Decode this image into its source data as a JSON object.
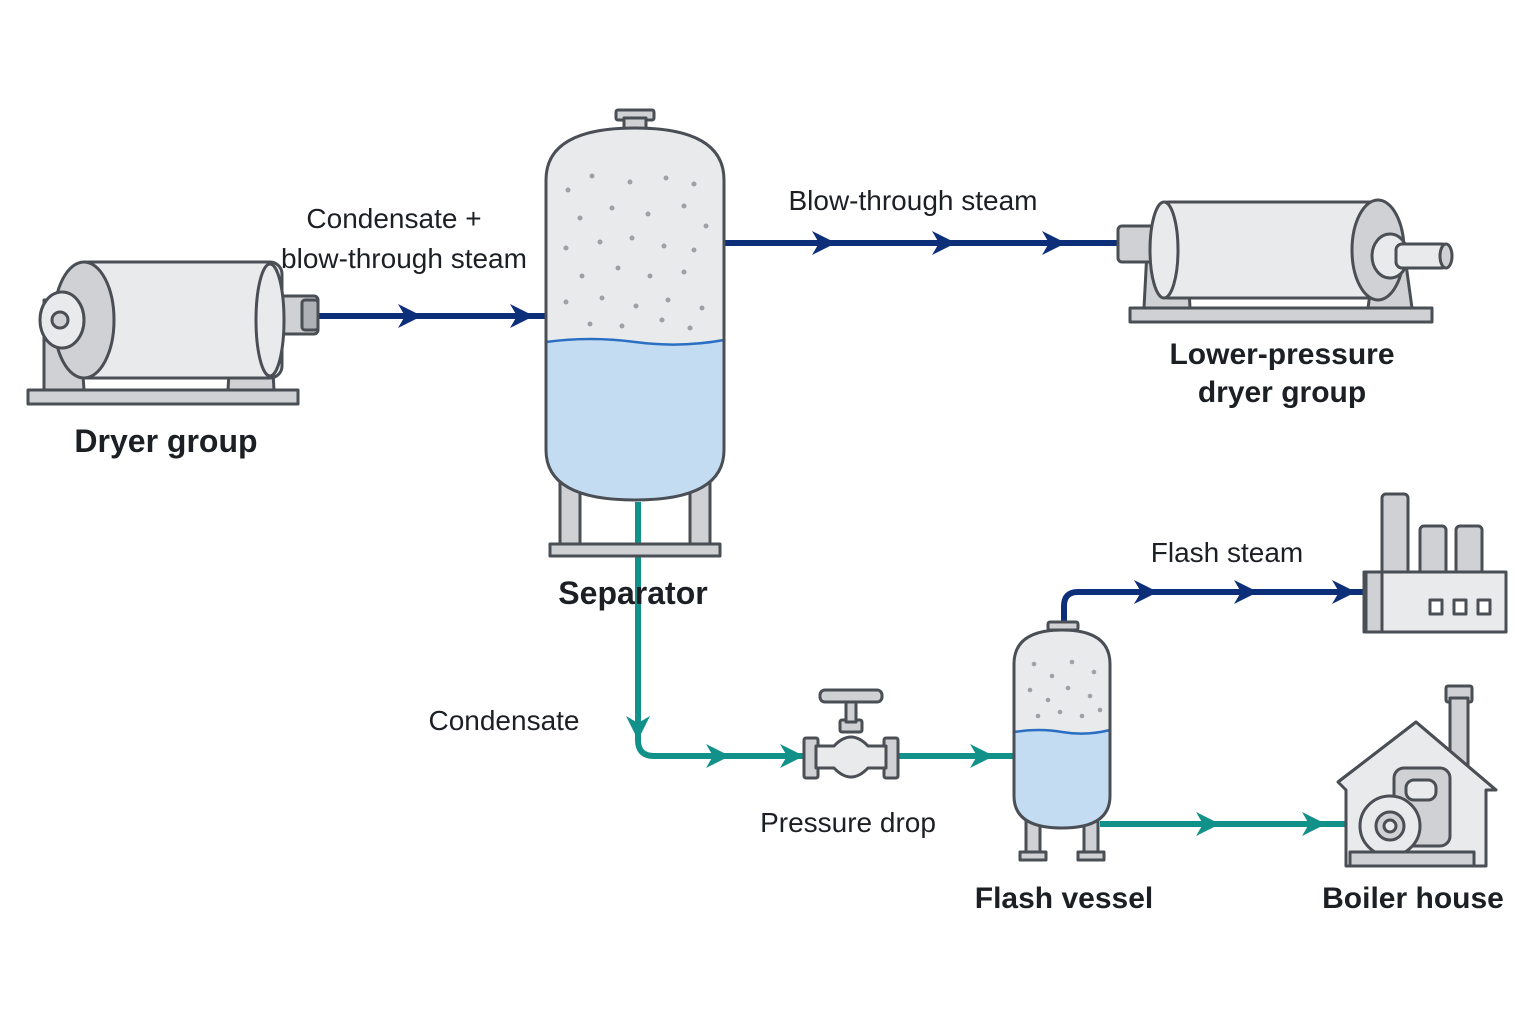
{
  "labels": {
    "dryer_group": "Dryer group",
    "inlet_line1": "Condensate +",
    "inlet_line2": "blow-through steam",
    "separator": "Separator",
    "blow_through": "Blow-through steam",
    "lower_line1": "Lower-pressure",
    "lower_line2": "dryer group",
    "condensate": "Condensate",
    "pressure_drop": "Pressure drop",
    "flash_steam": "Flash steam",
    "flash_vessel": "Flash vessel",
    "boiler_house": "Boiler house"
  },
  "colors": {
    "steam_line": "#0d2f7a",
    "condensate_line": "#12918a",
    "liquid": "#c3dcf2",
    "liquid_edge": "#2a6fc2",
    "equipment_fill": "#e9eaec",
    "equipment_stroke": "#4a4e55"
  },
  "icons": [
    "dryer-cylinder-icon",
    "separator-vessel-icon",
    "valve-icon",
    "flash-vessel-icon",
    "factory-icon",
    "boiler-house-icon"
  ]
}
